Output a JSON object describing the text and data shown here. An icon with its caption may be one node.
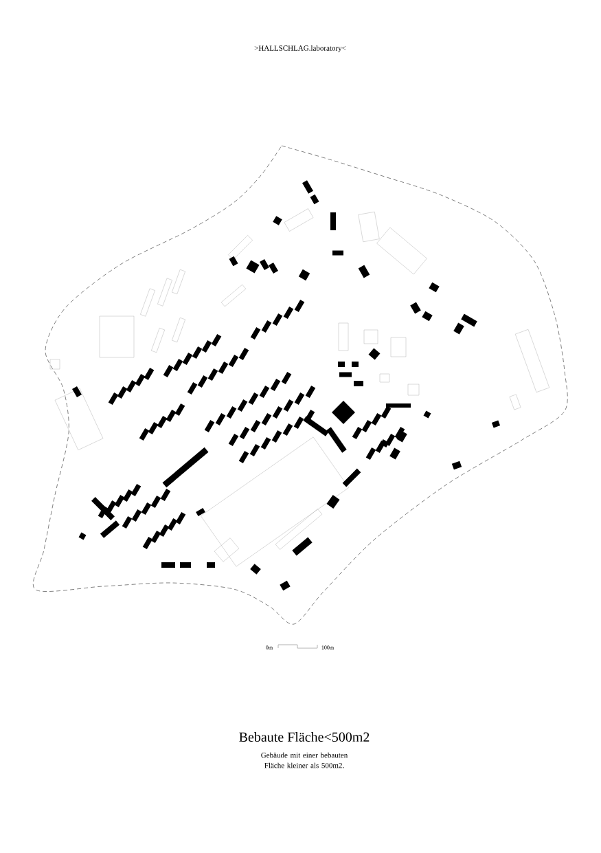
{
  "diagram": {
    "title": "Bebaute Fläche<500m2",
    "caption": "Gebäude mit einer bebauten Fläche kleiner als 500m2.",
    "labels": [
      ">HALLSCHLAG.laboratory<",
      "0m",
      "100m"
    ]
  }
}
